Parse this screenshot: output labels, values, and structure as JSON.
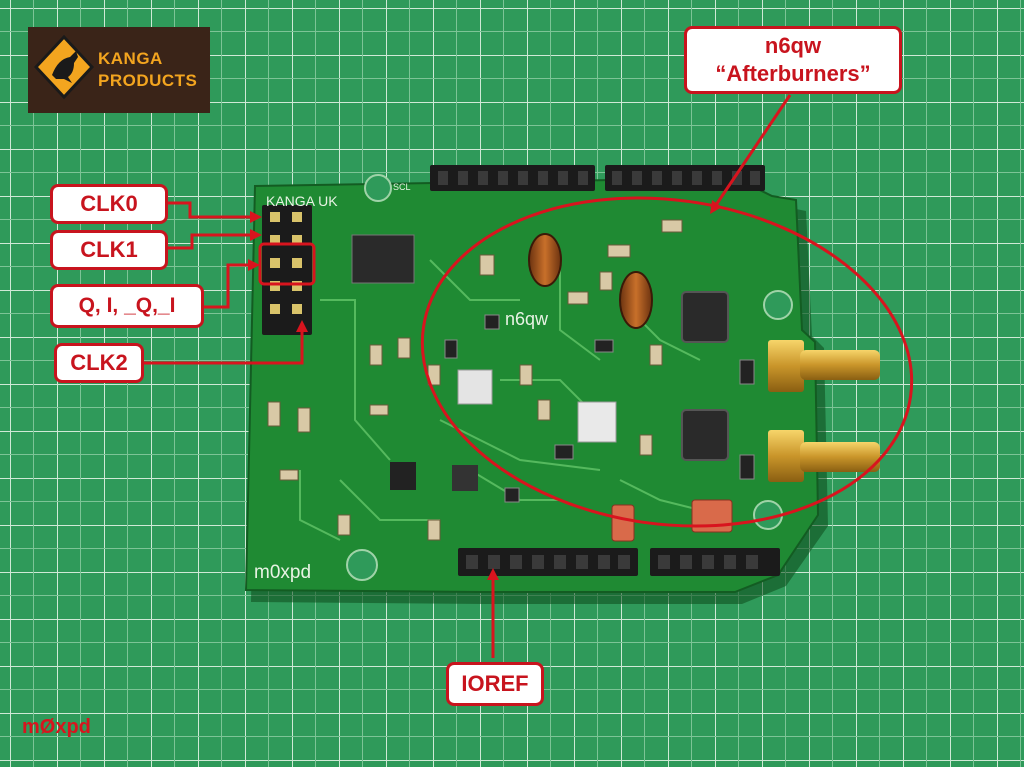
{
  "logo": {
    "line1": "KANGA",
    "line2": "PRODUCTS"
  },
  "callouts": {
    "clk0": "CLK0",
    "clk1": "CLK1",
    "qi": "Q, I, _Q,_I",
    "clk2": "CLK2",
    "n6qw_line1": "n6qw",
    "n6qw_line2": "“Afterburners”",
    "ioref": "IOREF"
  },
  "board_text": {
    "brand": "KANGA UK",
    "designer": "n6qw",
    "maker": "m0xpd",
    "scl": "SCL"
  },
  "watermark": "mØxpd",
  "colors": {
    "mat": "#2f9a5a",
    "pcb": "#1f8a33",
    "callout": "#c8141e",
    "logo_bg": "#3a2418",
    "logo_text": "#f3a51f"
  }
}
